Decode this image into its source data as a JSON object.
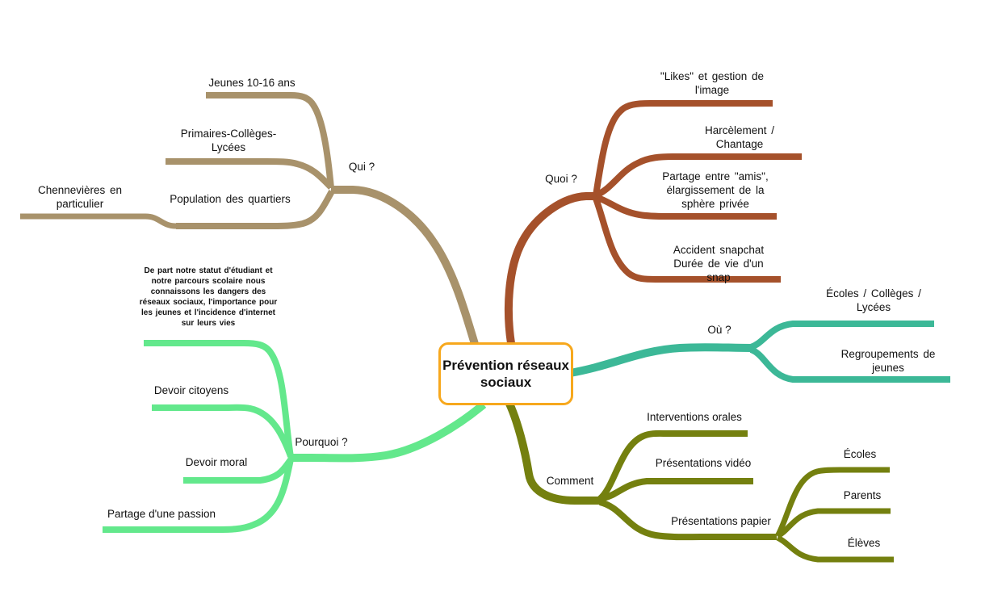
{
  "colors": {
    "qui": "#A8926B",
    "quoi": "#A5512B",
    "ou": "#3CB897",
    "comment": "#74800F",
    "pourquoi": "#63E88C",
    "center_border": "#F7A81D"
  },
  "map": {
    "center": {
      "label": "Prévention réseaux sociaux"
    },
    "qui": {
      "label": "Qui ?",
      "jeunes": {
        "label": "Jeunes 10-16 ans"
      },
      "primaires": {
        "label": "Primaires-Collèges-Lycées"
      },
      "population": {
        "label": "Population des quartiers",
        "chennevieres": {
          "label": "Chennevières en particulier"
        }
      }
    },
    "quoi": {
      "label": "Quoi ?",
      "likes": {
        "label": "\"Likes\" et gestion de l'image"
      },
      "harcelement": {
        "label": "Harcèlement / Chantage"
      },
      "partage_amis": {
        "label": "Partage entre \"amis\", élargissement de la sphère privée"
      },
      "accident": {
        "label": "Accident snapchat Durée de vie d'un snap"
      }
    },
    "ou": {
      "label": "Où ?",
      "ecoles": {
        "label": "Écoles / Collèges / Lycées"
      },
      "regroupements": {
        "label": "Regroupements de jeunes"
      }
    },
    "comment": {
      "label": "Comment",
      "interventions": {
        "label": "Interventions orales"
      },
      "video": {
        "label": "Présentations vidéo"
      },
      "papier": {
        "label": "Présentations papier",
        "ecoles": {
          "label": "Écoles"
        },
        "parents": {
          "label": "Parents"
        },
        "eleves": {
          "label": "Élèves"
        }
      }
    },
    "pourquoi": {
      "label": "Pourquoi ?",
      "statement": {
        "label": "De part notre statut d'étudiant et notre parcours scolaire nous connaissons les dangers des réseaux sociaux, l'importance pour les jeunes et l'incidence d'internet sur leurs vies"
      },
      "citoyens": {
        "label": "Devoir citoyens"
      },
      "moral": {
        "label": "Devoir moral"
      },
      "passion": {
        "label": "Partage d'une passion"
      }
    }
  }
}
